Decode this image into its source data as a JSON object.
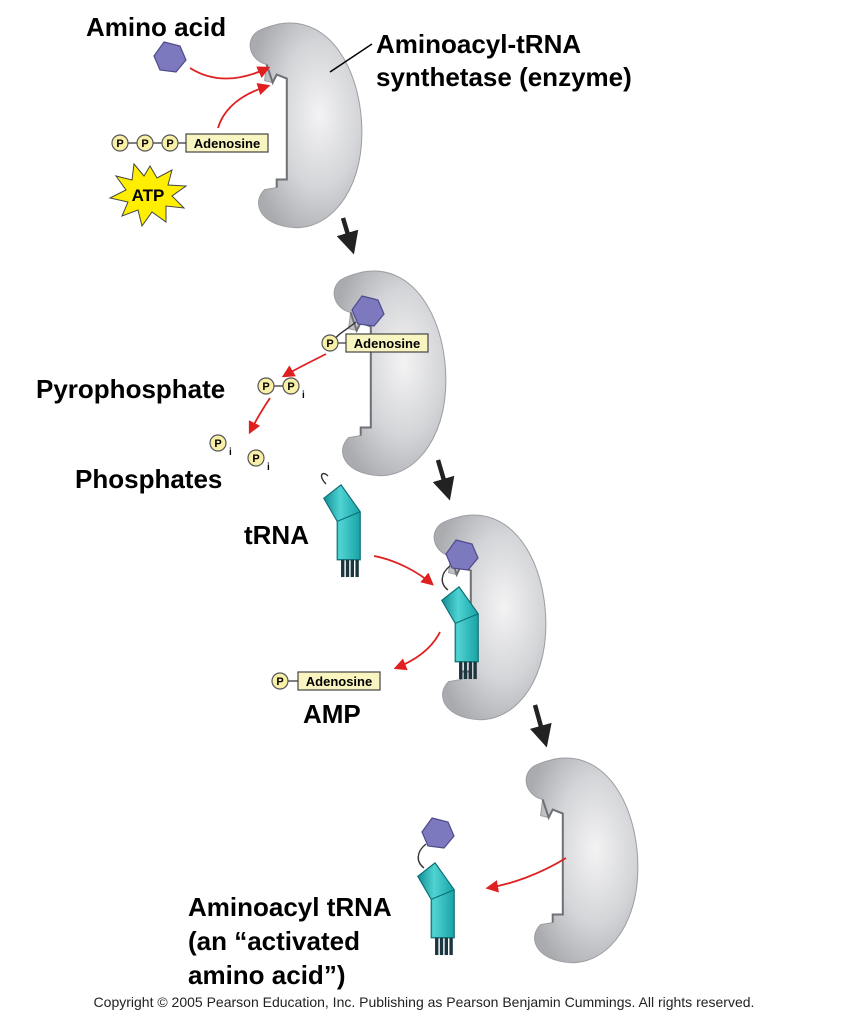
{
  "labels": {
    "amino_acid": "Amino acid",
    "enzyme_line1": "Aminoacyl-tRNA",
    "enzyme_line2": "synthetase (enzyme)",
    "pyrophosphate": "Pyrophosphate",
    "phosphates": "Phosphates",
    "trna": "tRNA",
    "amp": "AMP",
    "product_line1": "Aminoacyl tRNA",
    "product_line2": "(an “activated",
    "product_line3": "amino acid”)"
  },
  "molecules": {
    "phosphate": "P",
    "phosphate_sub": "i",
    "adenosine": "Adenosine",
    "atp": "ATP"
  },
  "copyright": "Copyright ©  2005 Pearson Education, Inc. Publishing as Pearson Benjamin Cummings. All rights reserved.",
  "colors": {
    "enzyme": "#cfd0d3",
    "amino_acid": "#7d79be",
    "trna": "#2ab3b3",
    "reaction_arrow": "#e02020",
    "step_arrow": "#222222",
    "adenosine_box": "#f9f5c0",
    "phosphate_circle": "#f9f0a8",
    "atp_star": "#ffee00"
  }
}
